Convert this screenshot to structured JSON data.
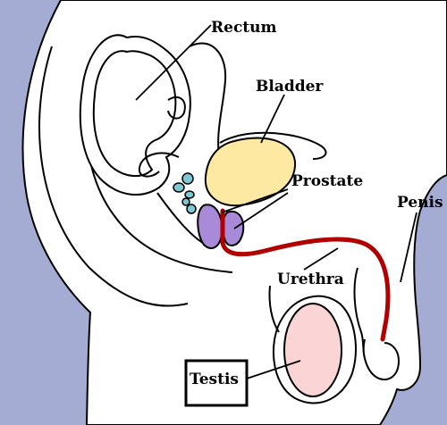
{
  "labels": {
    "rectum": "Rectum",
    "bladder": "Bladder",
    "prostate": "Prostate",
    "penis": "Penis",
    "urethra": "Urethra",
    "testis": "Testis"
  },
  "colors": {
    "background": "#a5acd3",
    "body": "#ffffff",
    "outline": "#000000",
    "bladder": "#fde9a2",
    "prostate": "#a98ad9",
    "seminal_vesicle": "#7ec8d6",
    "urethra": "#b00000",
    "testis": "#fbd4d6"
  }
}
